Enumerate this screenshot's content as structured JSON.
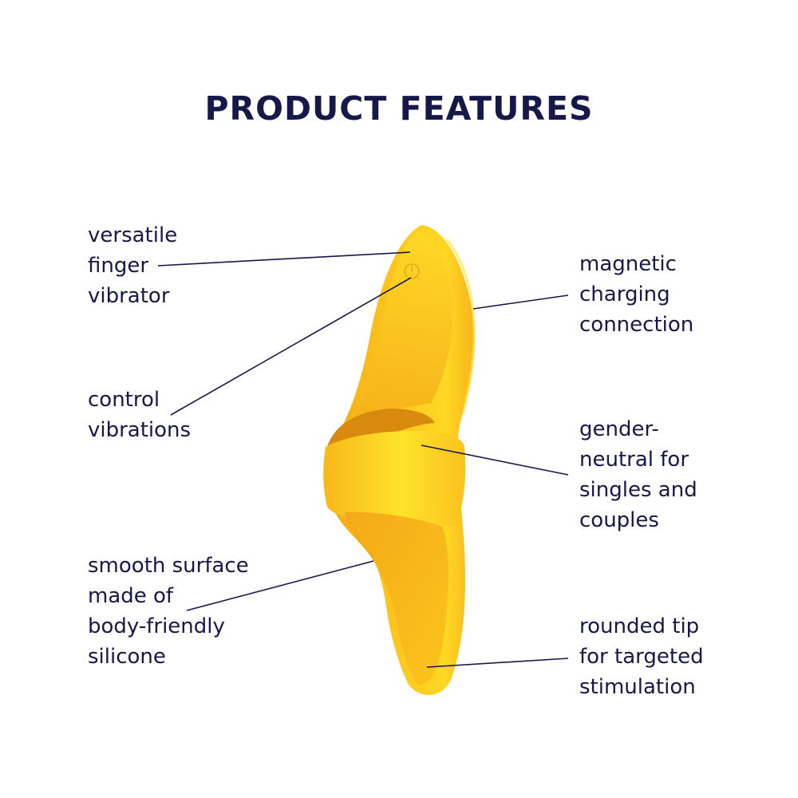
{
  "title": "PRODUCT FEATURES",
  "colors": {
    "text": "#17184a",
    "product_light": "#ffe22a",
    "product_mid": "#fcc61e",
    "product_dark": "#f0a214",
    "leader_line": "#17184a"
  },
  "product_image": {
    "icon": "power-button-icon"
  },
  "features_left": [
    {
      "lines": [
        "versatile",
        "finger",
        "vibrator"
      ]
    },
    {
      "lines": [
        "control",
        "vibrations"
      ]
    },
    {
      "lines": [
        "smooth surface",
        "made of",
        "body-friendly",
        "silicone"
      ]
    }
  ],
  "features_right": [
    {
      "lines": [
        "magnetic",
        "charging",
        "connection"
      ]
    },
    {
      "lines": [
        "gender-",
        "neutral for",
        "singles and",
        "couples"
      ]
    },
    {
      "lines": [
        "rounded tip",
        "for targeted",
        "stimulation"
      ]
    }
  ]
}
